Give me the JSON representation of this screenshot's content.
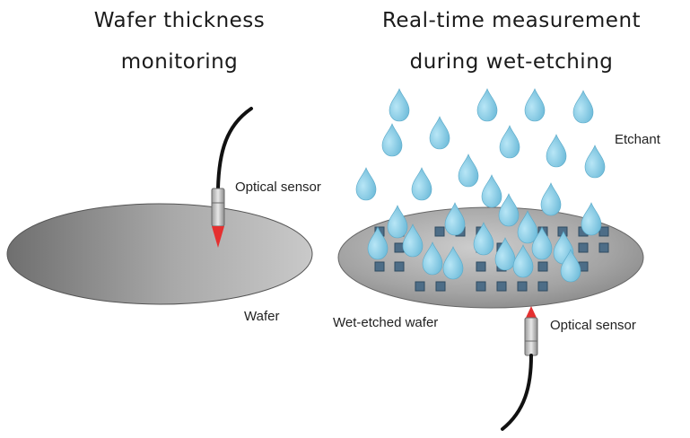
{
  "left_panel": {
    "title_line1": "Wafer thickness",
    "title_line2": "monitoring",
    "sensor_label": "Optical sensor",
    "wafer_label": "Wafer"
  },
  "right_panel": {
    "title_line1": "Real-time measurement",
    "title_line2": "during wet-etching",
    "etchant_label": "Etchant",
    "wafer_label": "Wet-etched wafer",
    "sensor_label": "Optical sensor"
  },
  "colors": {
    "wafer_gray": "#9a9a9a",
    "droplet_blue": "#7ec8e3",
    "chip_blue": "#4d6d87",
    "sensor_tip_red": "#e53030",
    "cable_black": "#111111"
  }
}
